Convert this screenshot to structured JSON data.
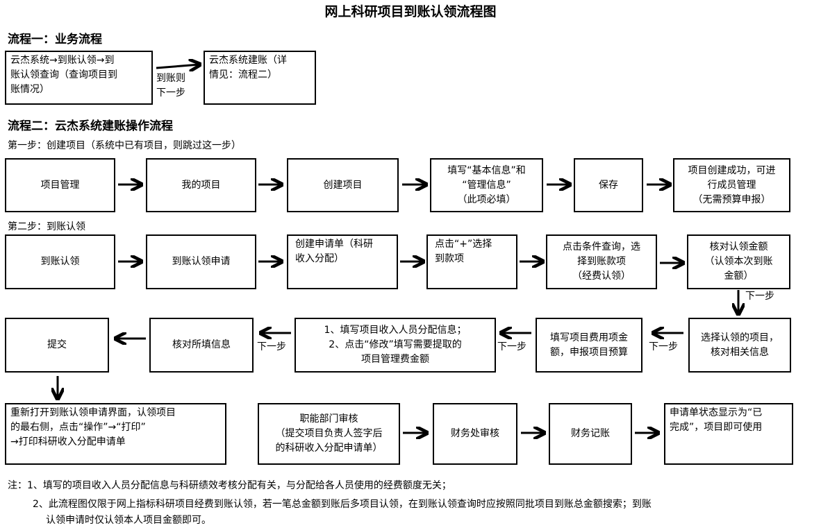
{
  "title": "网上科研项目到账认领流程图",
  "flow1": {
    "heading": "流程一：业务流程",
    "box_left": "云杰系统→到账认领→到\n账认领查询（查询项目到\n账情况）",
    "arrow_label": "到账则\n下一步",
    "box_right": "云杰系统建账（详\n情见：流程二）"
  },
  "flow2": {
    "heading": "流程二：云杰系统建账操作流程",
    "step1": {
      "heading": "第一步：创建项目（系统中已有项目，则跳过这一步）",
      "boxes": [
        "项目管理",
        "我的项目",
        "创建项目",
        "填写“基本信息”和\n“管理信息”\n（此项必填）",
        "保存",
        "项目创建成功，可进\n行成员管理\n（无需预算申报）"
      ]
    },
    "step2": {
      "heading": "第二步：到账认领",
      "row1": [
        "到账认领",
        "到账认领申请",
        "创建申请单（科研\n收入分配）",
        "点击“+”选择\n到款项",
        "点击条件查询，选\n择到账款项\n（经费认领）",
        "核对认领金额\n（认领本次到账\n金额）"
      ],
      "row2": [
        "提交",
        "核对所填信息",
        "1、填写项目收入人员分配信息；\n2、点击“修改”填写需要提取的\n项目管理费金额",
        "填写项目费用项金\n额，申报项目预算",
        "选择认领的项目，\n核对相关信息"
      ],
      "row3": [
        "重新打开到账认领申请界面，认领项目\n的最右侧，点击“操作”→“打印”\n→打印科研收入分配申请单",
        "职能部门审核\n（提交项目负责人签字后\n的科研收入分配申请单）",
        "财务处审核",
        "财务记账",
        "申请单状态显示为“已\n完成”，项目即可使用"
      ],
      "next_label": "下一步"
    }
  },
  "notes": [
    "注：1、填写的项目收入人员分配信息与科研绩效考核分配有关，与分配给各人员使用的经费额度无关；",
    "2、此流程图仅限于网上指标科研项目经费到账认领，若一笔总金额到账后多项目认领，在到账认领查询时应按照同批项目到账总金额搜索；到账",
    "认领申请时仅认领本人项目金额即可。"
  ]
}
